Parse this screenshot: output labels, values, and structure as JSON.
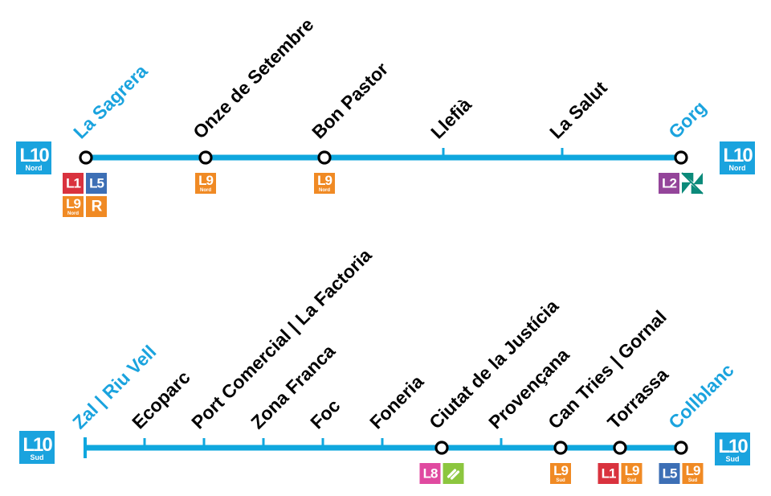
{
  "colors": {
    "line": "#0fa7de",
    "terminus_text": "#1aa3de",
    "station_text": "#000000",
    "L1": "#d9323e",
    "L2": "#94459a",
    "L5": "#3d6fb5",
    "L8": "#e04aa0",
    "L9": "#f08a24",
    "L10": "#1aa3de",
    "R": "#f08a24",
    "FGC": "#8cc63f",
    "Tram": "#0b8a7a"
  },
  "lines": [
    {
      "id": "nord",
      "end_left": {
        "line": "L10",
        "sub": "Nord"
      },
      "end_right": {
        "line": "L10",
        "sub": "Nord"
      },
      "stations": [
        {
          "name": "La Sagrera",
          "terminus": true,
          "interchange": true,
          "transfers": [
            [
              {
                "code": "L1",
                "label": "L1"
              },
              {
                "code": "L5",
                "label": "L5"
              }
            ],
            [
              {
                "code": "L9",
                "label": "L9",
                "sub": "Nord"
              },
              {
                "code": "R",
                "label": "R"
              }
            ]
          ]
        },
        {
          "name": "Onze de Setembre",
          "terminus": false,
          "interchange": true,
          "transfers": [
            [
              {
                "code": "L9",
                "label": "L9",
                "sub": "Nord"
              }
            ]
          ]
        },
        {
          "name": "Bon Pastor",
          "terminus": false,
          "interchange": true,
          "transfers": [
            [
              {
                "code": "L9",
                "label": "L9",
                "sub": "Nord"
              }
            ]
          ]
        },
        {
          "name": "Llefià",
          "terminus": false,
          "interchange": false,
          "transfers": []
        },
        {
          "name": "La Salut",
          "terminus": false,
          "interchange": false,
          "transfers": []
        },
        {
          "name": "Gorg",
          "terminus": true,
          "interchange": true,
          "transfers": [
            [
              {
                "code": "L2",
                "label": "L2"
              },
              {
                "code": "Tram",
                "label": "",
                "icon": "tram-icon"
              }
            ]
          ]
        }
      ]
    },
    {
      "id": "sud",
      "end_left": {
        "line": "L10",
        "sub": "Sud"
      },
      "end_right": {
        "line": "L10",
        "sub": "Sud"
      },
      "stations": [
        {
          "name": "Zal | Riu Vell",
          "terminus": true,
          "interchange": false,
          "end_bar": true,
          "transfers": []
        },
        {
          "name": "Ecoparc",
          "terminus": false,
          "interchange": false,
          "transfers": []
        },
        {
          "name": "Port Comercial | La Factoria",
          "terminus": false,
          "interchange": false,
          "transfers": []
        },
        {
          "name": "Zona Franca",
          "terminus": false,
          "interchange": false,
          "transfers": []
        },
        {
          "name": "Foc",
          "terminus": false,
          "interchange": false,
          "transfers": []
        },
        {
          "name": "Foneria",
          "terminus": false,
          "interchange": false,
          "transfers": []
        },
        {
          "name": "Ciutat de la Justícia",
          "terminus": false,
          "interchange": true,
          "transfers": [
            [
              {
                "code": "L8",
                "label": "L8"
              },
              {
                "code": "FGC",
                "label": "",
                "icon": "fgc-icon"
              }
            ]
          ]
        },
        {
          "name": "Provençana",
          "terminus": false,
          "interchange": false,
          "transfers": []
        },
        {
          "name": "Can Tries | Gornal",
          "terminus": false,
          "interchange": true,
          "transfers": [
            [
              {
                "code": "L9",
                "label": "L9",
                "sub": "Sud"
              }
            ]
          ]
        },
        {
          "name": "Torrassa",
          "terminus": false,
          "interchange": true,
          "transfers": [
            [
              {
                "code": "L1",
                "label": "L1"
              },
              {
                "code": "L9",
                "label": "L9",
                "sub": "Sud"
              }
            ]
          ]
        },
        {
          "name": "Collblanc",
          "terminus": true,
          "interchange": true,
          "transfers": [
            [
              {
                "code": "L5",
                "label": "L5"
              },
              {
                "code": "L9",
                "label": "L9",
                "sub": "Sud"
              }
            ]
          ]
        }
      ]
    }
  ]
}
